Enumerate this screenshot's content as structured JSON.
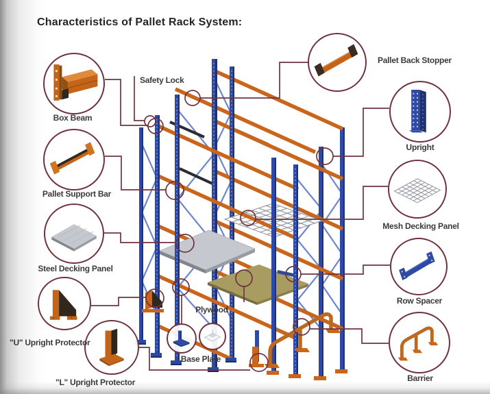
{
  "title": "Characteristics of Pallet Rack System:",
  "colors": {
    "accent_maroon": "#6E3340",
    "rack_blue": "#2F4AA5",
    "rack_blue_dark": "#20306E",
    "brace_blue": "#6D86CF",
    "rack_orange": "#C9661C",
    "steel_gray": "#C5C8CE",
    "plywood_olive": "#A89C60"
  },
  "callouts": {
    "box_beam": {
      "label": "Box Beam"
    },
    "pallet_support_bar": {
      "label": "Pallet Support Bar"
    },
    "steel_decking_panel": {
      "label": "Steel Decking Panel"
    },
    "u_upright_protector": {
      "label": "\"U\"  Upright Protector"
    },
    "l_upright_protector": {
      "label": "\"L\"  Upright Protector"
    },
    "safety_lock": {
      "label": "Safety Lock"
    },
    "plywood": {
      "label": "Plywood"
    },
    "base_plate": {
      "label": "Base Plate"
    },
    "pallet_back_stopper": {
      "label": "Pallet Back Stopper"
    },
    "upright": {
      "label": "Upright"
    },
    "mesh_decking_panel": {
      "label": "Mesh Decking Panel"
    },
    "row_spacer": {
      "label": "Row Spacer"
    },
    "barrier": {
      "label": "Barrier"
    }
  }
}
